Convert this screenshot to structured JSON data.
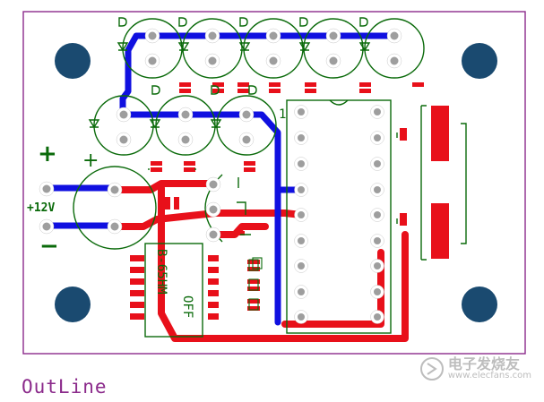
{
  "board": {
    "outline_label": "OutLine",
    "power_label": "+12V",
    "plus_symbol": "+",
    "minus_symbol": "−",
    "cap_plus": "+",
    "pin1_label": "1",
    "ic_label": "OFF",
    "ic_part": "B-65HM",
    "led_mark": "D",
    "colors": {
      "top_copper": "#e8101a",
      "bottom_copper": "#1010e0",
      "silkscreen": "#0a6a0a",
      "pad": "#ffffff",
      "drill": "#bfbfbf",
      "mount_hole": "#1a4a70",
      "outline": "#8b2a8b",
      "sign": "#0a6a0a"
    }
  },
  "watermark": {
    "brand_cn": "电子发烧友",
    "url": "www.elecfans.com"
  }
}
